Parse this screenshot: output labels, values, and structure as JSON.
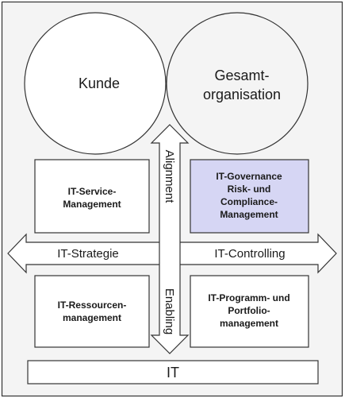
{
  "circles": {
    "left": "Kunde",
    "right_line1": "Gesamt-",
    "right_line2": "organisation"
  },
  "arrows": {
    "vertical_top": "Alignment",
    "vertical_bottom": "Enabling",
    "horizontal_left": "IT-Strategie",
    "horizontal_right": "IT-Controlling"
  },
  "boxes": {
    "top_left": [
      "IT-Service-",
      "Management"
    ],
    "top_right": [
      "IT-Governance",
      "Risk- und",
      "Compliance-",
      "Management"
    ],
    "bottom_left": [
      "IT-Ressourcen-",
      "management"
    ],
    "bottom_right": [
      "IT-Programm- und",
      "Portfolio-",
      "management"
    ]
  },
  "footer": "IT",
  "colors": {
    "highlight_fill": "#d6d6f4",
    "frame_fill": "#f4f4f4",
    "line": "#333333"
  }
}
